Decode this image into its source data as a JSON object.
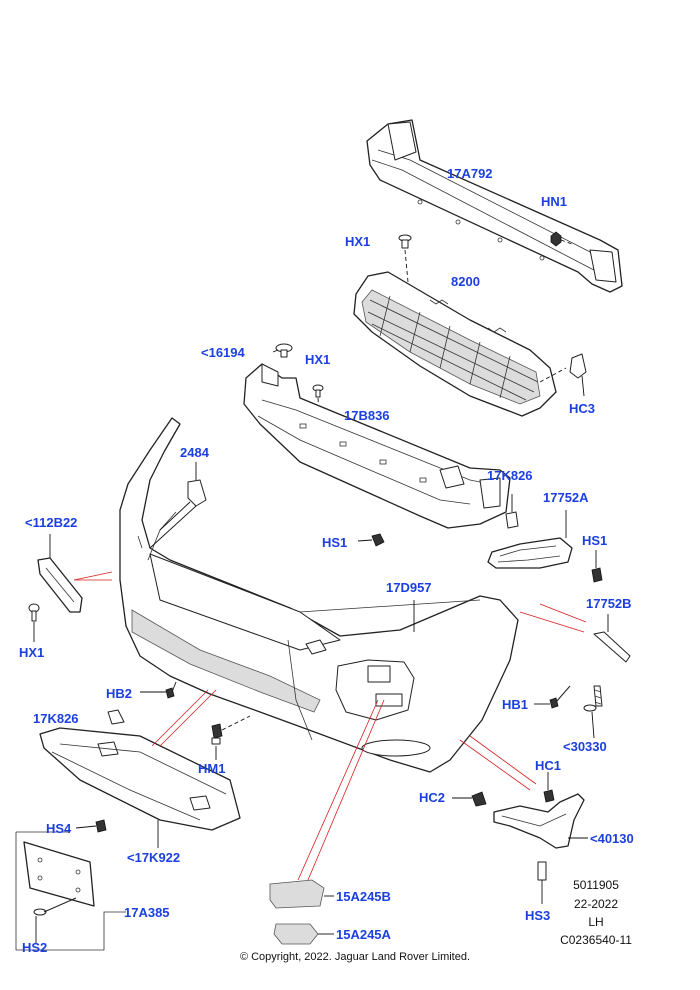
{
  "callouts": {
    "c17A792": "17A792",
    "cHN1": "HN1",
    "cHX1a": "HX1",
    "c8200": "8200",
    "c16194": "<16194",
    "cHX1b": "HX1",
    "cHC3": "HC3",
    "c17B836": "17B836",
    "c2484": "2484",
    "c17K826a": "17K826",
    "c17752A": "17752A",
    "c112B22": "<112B22",
    "cHS1a": "HS1",
    "cHS1b": "HS1",
    "c17D957": "17D957",
    "c17752B": "17752B",
    "cHX1c": "HX1",
    "cHB2": "HB2",
    "c17K826b": "17K826",
    "cHB1": "HB1",
    "c30330": "<30330",
    "cHM1": "HM1",
    "cHC1": "HC1",
    "cHC2": "HC2",
    "cHS4": "HS4",
    "c17K922": "<17K922",
    "c40130": "<40130",
    "c17A385": "17A385",
    "c15A245B": "15A245B",
    "c15A245A": "15A245A",
    "cHS2": "HS2",
    "cHS3": "HS3"
  },
  "reference": {
    "diagram_number": "5011905",
    "year_range": "22-2022",
    "side": "LH",
    "illustration_code": "C0236540-11"
  },
  "copyright": "© Copyright, 2022. Jaguar Land Rover Limited.",
  "colors": {
    "callout_text": "#1c3fe0",
    "guide_lines": "#d81e1e",
    "outline": "#222222"
  }
}
